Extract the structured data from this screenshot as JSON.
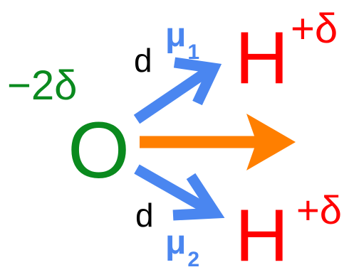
{
  "oxygen": {
    "symbol": "O",
    "charge": "−2δ"
  },
  "hydrogen_top": {
    "symbol": "H",
    "charge": "+δ"
  },
  "hydrogen_bottom": {
    "symbol": "H",
    "charge": "+δ"
  },
  "dipole_top": {
    "d": "d",
    "mu": "μ",
    "subscript": "1"
  },
  "dipole_bottom": {
    "d": "d",
    "mu": "μ",
    "subscript": "2"
  },
  "colors": {
    "oxygen": "#0a8a1e",
    "hydrogen": "#ff0000",
    "bond_dipole": "#4a86f0",
    "net_dipole": "#ff7f00",
    "text": "#000000"
  }
}
